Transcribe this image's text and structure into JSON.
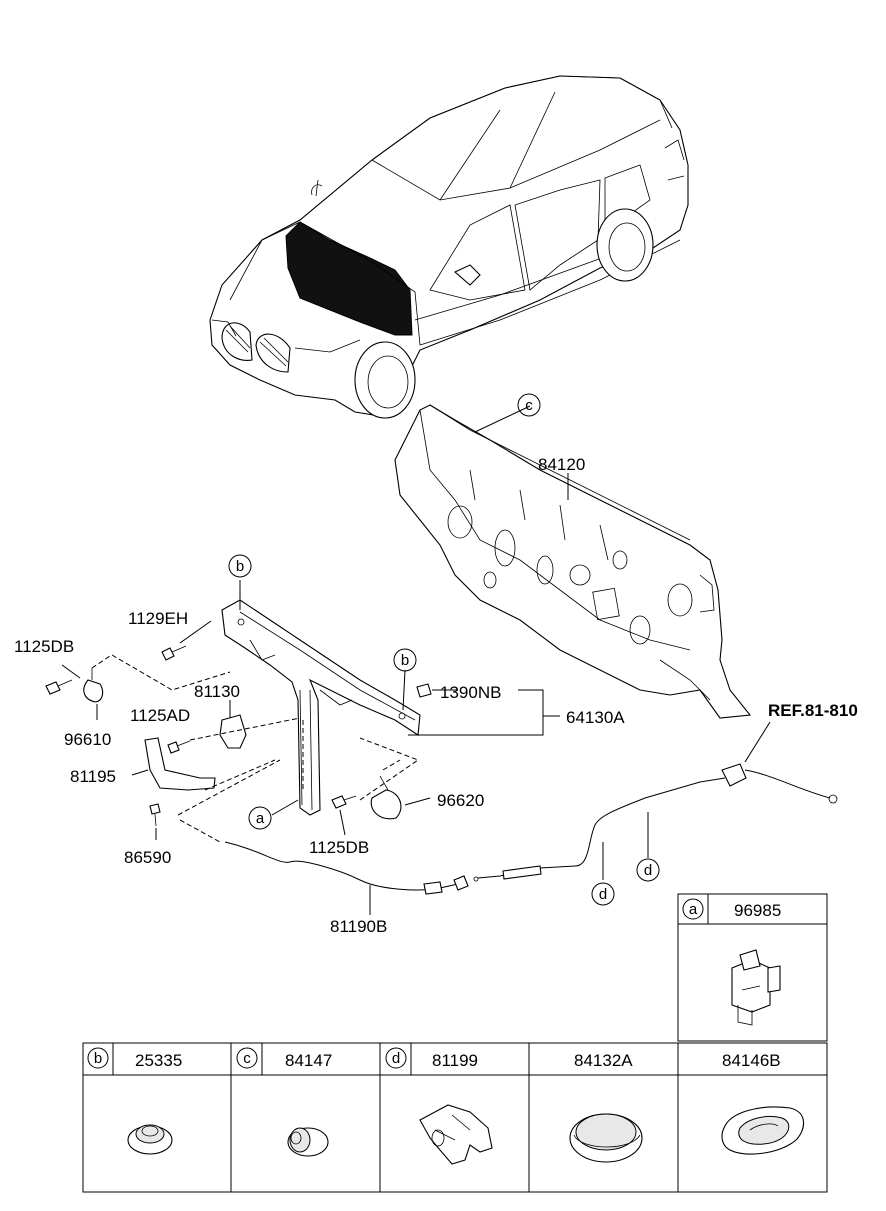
{
  "ref_label": "REF.81-810",
  "callouts": {
    "c_top": "c",
    "b_left": "b",
    "b_right": "b",
    "a": "a",
    "d_left": "d",
    "d_right": "d"
  },
  "part_labels": {
    "p84120": "84120",
    "p1129EH": "1129EH",
    "p1125DB_left": "1125DB",
    "p81130": "81130",
    "p1390NB": "1390NB",
    "p64130A": "64130A",
    "p96610": "96610",
    "p1125AD": "1125AD",
    "p81195": "81195",
    "p96620": "96620",
    "p86590": "86590",
    "p1125DB_bottom": "1125DB",
    "p81190B": "81190B"
  },
  "table_a": {
    "letter": "a",
    "part": "96985"
  },
  "table_bottom": [
    {
      "letter": "b",
      "part": "25335"
    },
    {
      "letter": "c",
      "part": "84147"
    },
    {
      "letter": "d",
      "part": "81199"
    },
    {
      "letter": "",
      "part": "84132A"
    },
    {
      "letter": "",
      "part": "84146B"
    }
  ]
}
